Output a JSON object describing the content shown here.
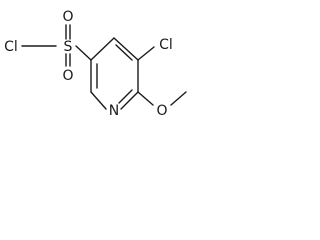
{
  "molecule": {
    "atoms": {
      "cl_sulfonyl": "Cl",
      "sulfur": "S",
      "oxygen_upper": "O",
      "oxygen_lower": "O",
      "cl_ring": "Cl",
      "nitrogen": "N",
      "oxygen_methoxy": "O"
    }
  }
}
